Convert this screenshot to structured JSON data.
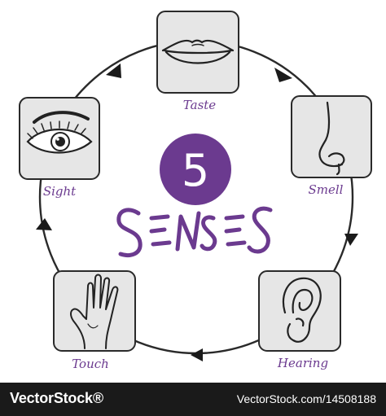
{
  "center": {
    "number": "5",
    "word": "SENSES"
  },
  "colors": {
    "accent": "#6b3a8f",
    "box_fill": "#e6e6e6",
    "outline": "#2a2a2a",
    "footer": "#1a1a1a"
  },
  "senses": [
    {
      "label": "Taste",
      "icon": "lips-icon"
    },
    {
      "label": "Smell",
      "icon": "nose-icon"
    },
    {
      "label": "Hearing",
      "icon": "ear-icon"
    },
    {
      "label": "Touch",
      "icon": "hand-icon"
    },
    {
      "label": "Sight",
      "icon": "eye-icon"
    }
  ],
  "footer": {
    "brand": "VectorStock®",
    "url": "VectorStock.com/14508188"
  }
}
